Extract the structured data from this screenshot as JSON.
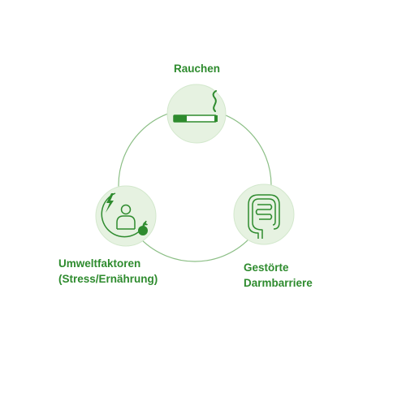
{
  "nodes": {
    "top": {
      "label": "Rauchen",
      "icon": "cigarette-icon"
    },
    "left": {
      "label_line1": "Umweltfaktoren",
      "label_line2": "(Stress/Ernährung)",
      "icon": "person-stress-apple-icon"
    },
    "right": {
      "label_line1": "Gestörte",
      "label_line2": "Darmbarriere",
      "icon": "intestine-icon"
    }
  },
  "colors": {
    "primary": "#2e8b2e",
    "circle_fill": "#e6f2e1",
    "ring": "#8cbf86",
    "label": "#2e8b2e"
  }
}
